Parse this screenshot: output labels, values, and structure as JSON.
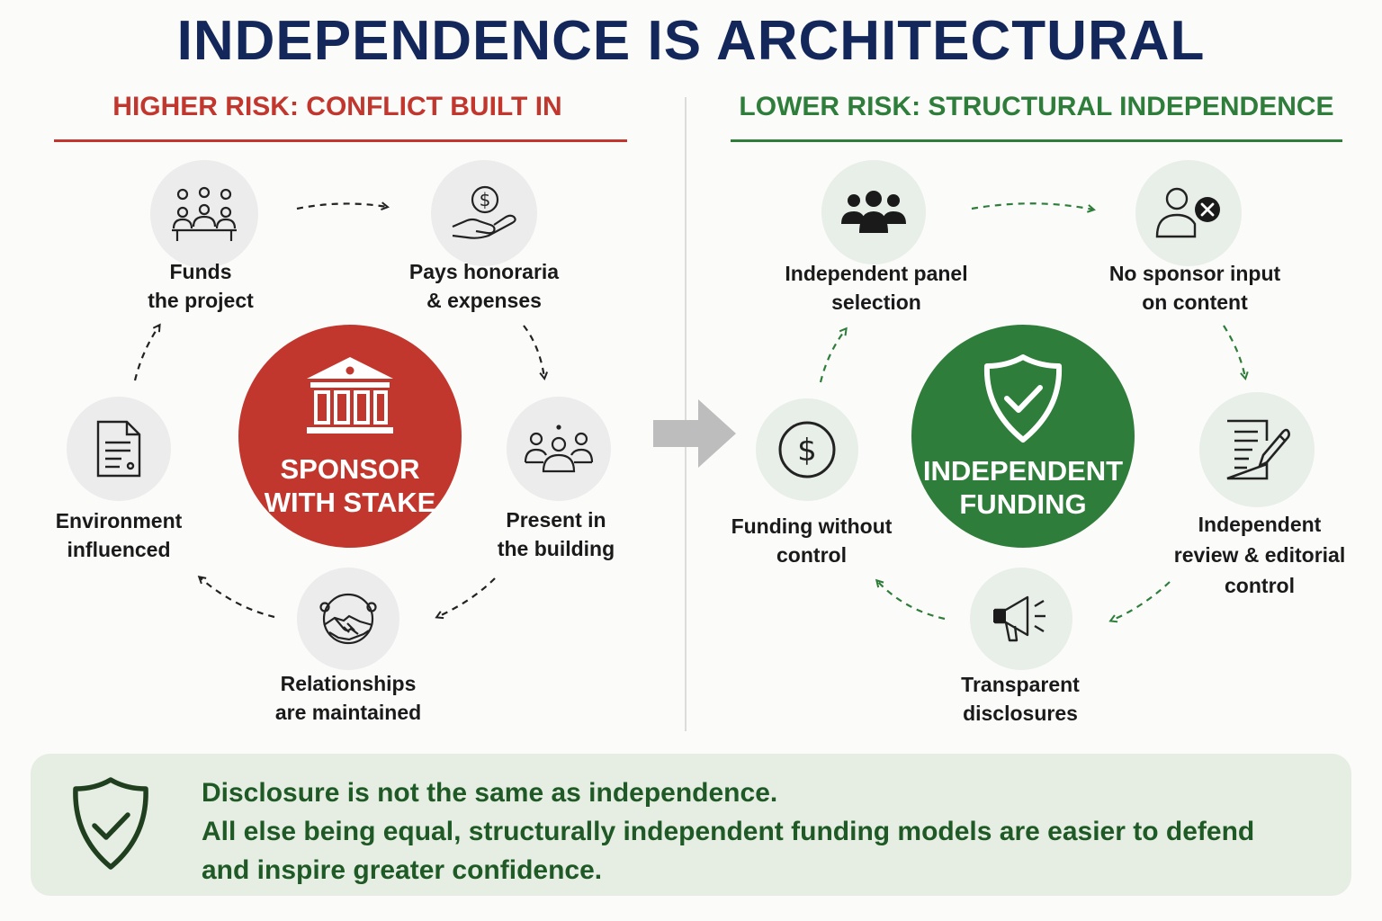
{
  "title": "INDEPENDENCE IS ARCHITECTURAL",
  "colors": {
    "navy": "#14275a",
    "risk_red": "#c1372e",
    "safe_green": "#2e7d3a",
    "callout_bg": "#e6eee3"
  },
  "left": {
    "heading": "HIGHER RISK: CONFLICT BUILT IN",
    "hub": {
      "line1": "SPONSOR",
      "line2": "WITH STAKE",
      "icon": "bank-icon"
    },
    "steps": [
      {
        "line1": "Funds",
        "line2": "the project",
        "icon": "group-of-people-icon"
      },
      {
        "line1": "Pays honoraria",
        "line2": "& expenses",
        "icon": "hand-with-coin-icon"
      },
      {
        "line1": "Present in",
        "line2": "the building",
        "icon": "people-icon"
      },
      {
        "line1": "Relationships",
        "line2": "are maintained",
        "icon": "handshake-icon"
      },
      {
        "line1": "Environment",
        "line2": "influenced",
        "icon": "document-icon"
      }
    ]
  },
  "right": {
    "heading": "LOWER RISK: STRUCTURAL INDEPENDENCE",
    "hub": {
      "line1": "INDEPENDENT",
      "line2": "FUNDING",
      "icon": "shield-check-icon"
    },
    "steps": [
      {
        "line1": "Independent panel",
        "line2": "selection",
        "icon": "team-icon"
      },
      {
        "line1": "No sponsor input",
        "line2": "on content",
        "icon": "user-blocked-icon"
      },
      {
        "line1": "Independent",
        "line2": "review & editorial",
        "line3": "control",
        "icon": "document-edit-icon"
      },
      {
        "line1": "Transparent",
        "line2": "disclosures",
        "icon": "megaphone-icon"
      },
      {
        "line1": "Funding without",
        "line2": "control",
        "icon": "dollar-coin-icon"
      }
    ]
  },
  "callout": {
    "line1": "Disclosure is not the same as independence.",
    "line2": "All else being equal, structurally independent funding models are easier to defend",
    "line3": "and inspire greater confidence.",
    "icon": "shield-check-icon"
  }
}
